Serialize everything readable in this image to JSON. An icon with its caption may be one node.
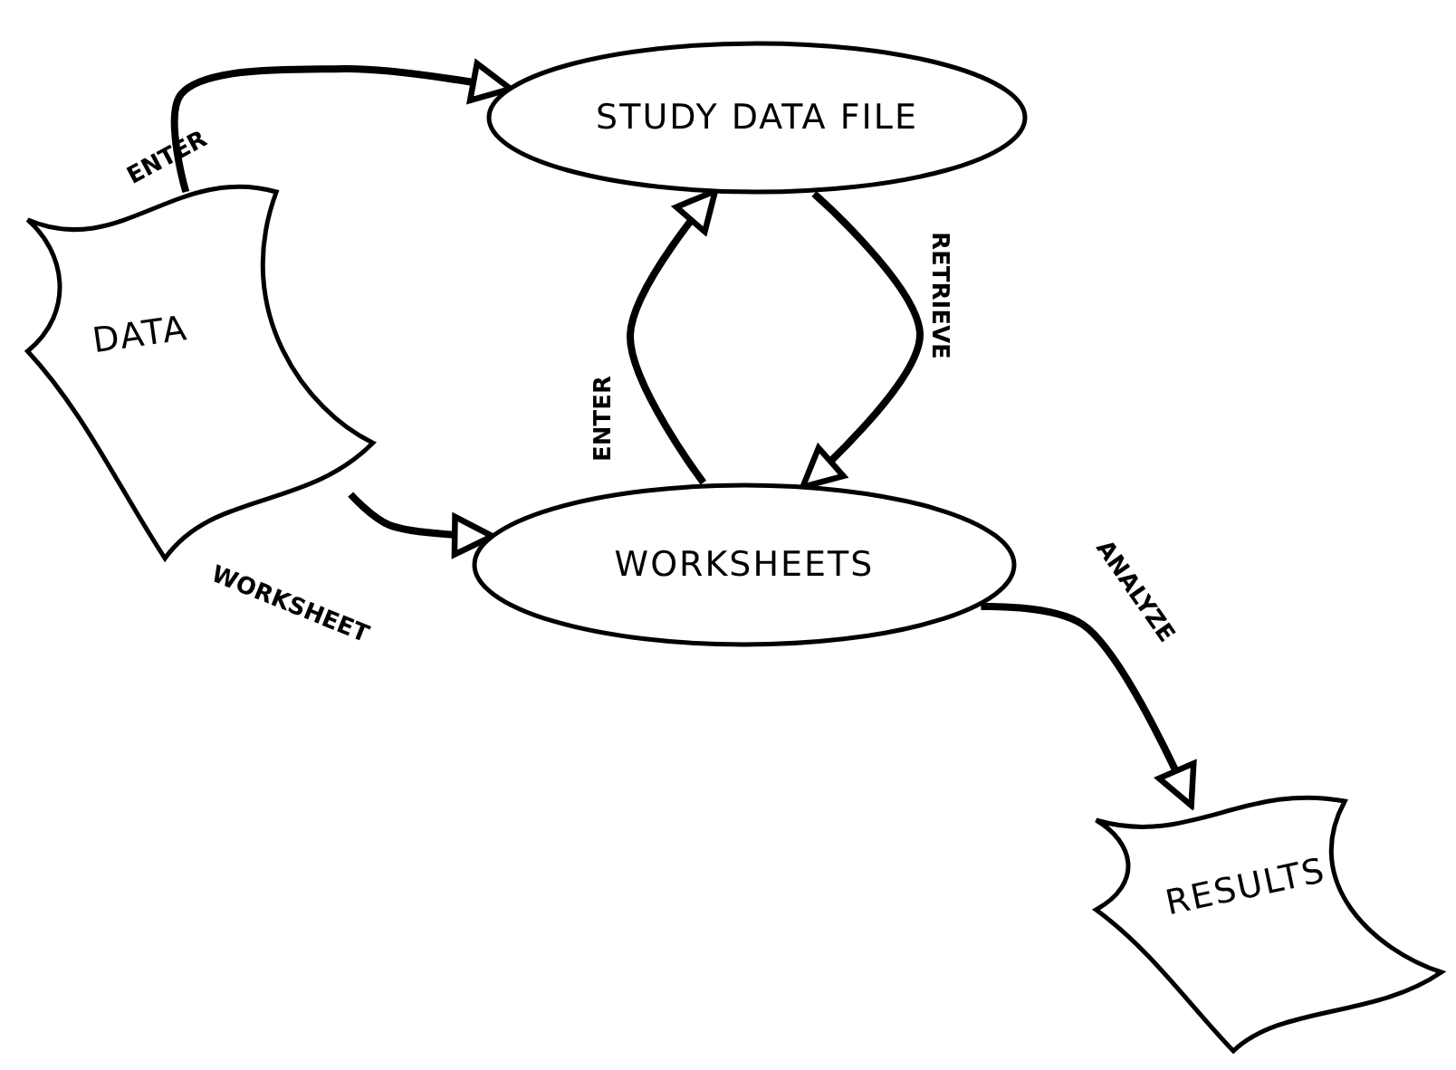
{
  "diagram": {
    "nodes": [
      {
        "text": [
          "DATA"
        ]
      },
      {
        "text": [
          "STUDY DATA FILE"
        ]
      },
      {
        "text": [
          "WORKSHEETS"
        ]
      },
      {
        "text": [
          "RESULTS"
        ]
      }
    ],
    "edges": [
      {
        "from": 0,
        "to": 1,
        "arrow": "to",
        "label": "ENTER"
      },
      {
        "from": 1,
        "to": 2,
        "arrow": "to",
        "label": "RETRIEVE"
      },
      {
        "from": 2,
        "to": 1,
        "arrow": "to",
        "label": "ENTER"
      },
      {
        "from": 0,
        "to": 2,
        "arrow": "to",
        "label": "WORKSHEET"
      },
      {
        "from": 2,
        "to": 3,
        "arrow": "to",
        "label": "ANALYZE"
      }
    ]
  }
}
